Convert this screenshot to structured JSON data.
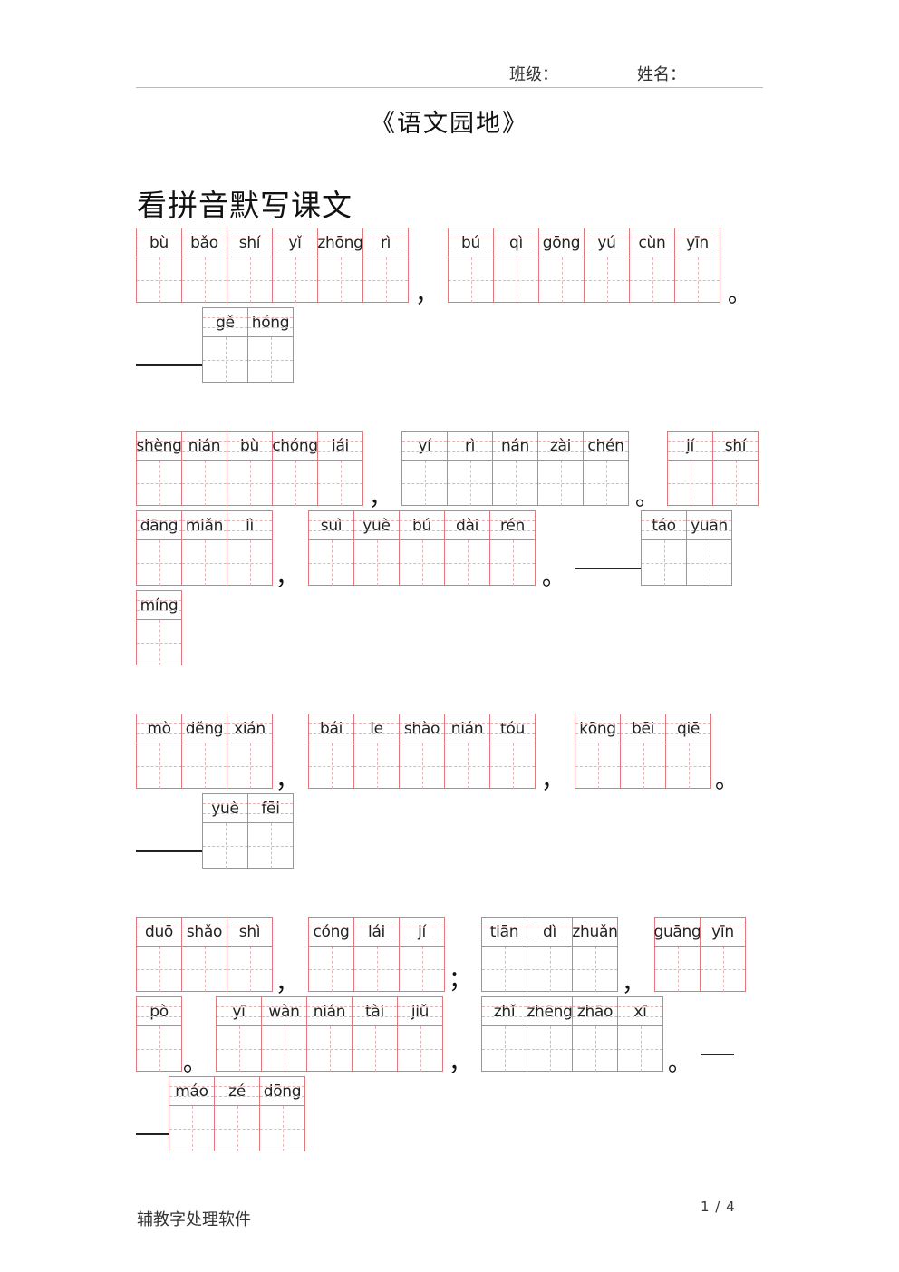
{
  "header": {
    "class_label": "班级：",
    "name_label": "姓名："
  },
  "title": "《语文园地》",
  "section_title": "看拼音默写课文",
  "footer": {
    "software": "辅教字处理软件",
    "page": "1 / 4"
  },
  "puncts": {
    "comma": "，",
    "period": "。",
    "semicolon": "；"
  },
  "groups": [
    [
      "bù",
      "bǎo",
      "shí",
      "yǐ",
      "zhōng",
      "rì"
    ],
    [
      "bú",
      "qì",
      "gōng",
      "yú",
      "cùn",
      "yīn"
    ],
    [
      "gě",
      "hóng"
    ],
    [
      "shèng",
      "nián",
      "bù",
      "chóng",
      "lái"
    ],
    [
      "yí",
      "rì",
      "nán",
      "zài",
      "chén"
    ],
    [
      "jí",
      "shí"
    ],
    [
      "dāng",
      "miǎn",
      "lì"
    ],
    [
      "suì",
      "yuè",
      "bú",
      "dài",
      "rén"
    ],
    [
      "táo",
      "yuān"
    ],
    [
      "míng"
    ],
    [
      "mò",
      "děng",
      "xián"
    ],
    [
      "bái",
      "le",
      "shào",
      "nián",
      "tóu"
    ],
    [
      "kōng",
      "bēi",
      "qiē"
    ],
    [
      "yuè",
      "fēi"
    ],
    [
      "duō",
      "shǎo",
      "shì"
    ],
    [
      "cóng",
      "lái",
      "jí"
    ],
    [
      "tiān",
      "dì",
      "zhuǎn"
    ],
    [
      "guāng",
      "yīn"
    ],
    [
      "pò"
    ],
    [
      "yī",
      "wàn",
      "nián",
      "tài",
      "jiǔ"
    ],
    [
      "zhǐ",
      "zhēng",
      "zhāo",
      "xī"
    ],
    [
      "máo",
      "zé",
      "dōng"
    ]
  ]
}
